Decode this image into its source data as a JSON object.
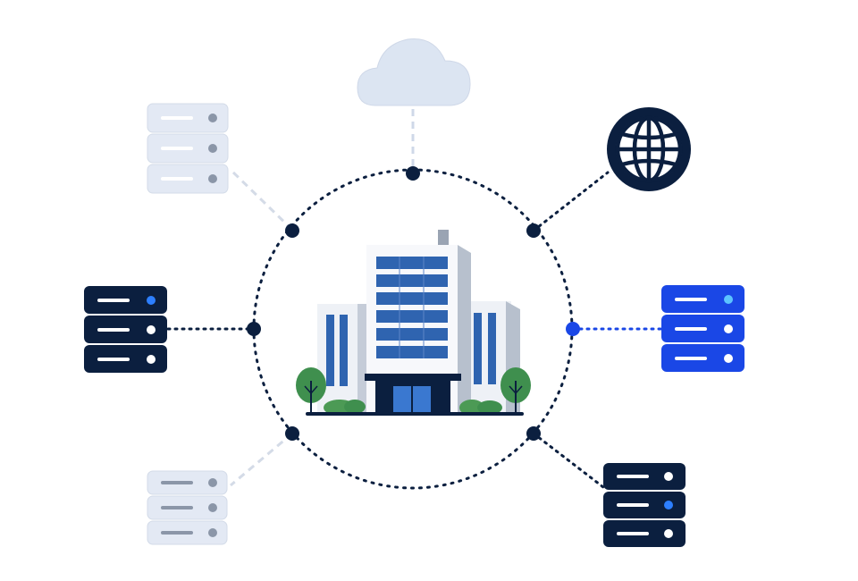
{
  "colors": {
    "navy": "#0b1f3f",
    "blue": "#1a47e6",
    "blue_light": "#5cc4ff",
    "pale_server": "#e3e9f4",
    "pale_stroke": "#cfd8e8",
    "pale_dot": "#8b96a8",
    "cloud": "#dce5f2",
    "building_face": "#eef1f6",
    "building_shade": "#b7c0cd",
    "window_blue": "#2f64b0",
    "tree_green": "#3f8f4e",
    "bush_green": "#4c9a55"
  },
  "diagram": {
    "center_node": "office-building",
    "ring_style": "dotted",
    "satellites": [
      {
        "name": "cloud",
        "icon": "cloud-icon",
        "style": "pale",
        "link": "dashed-pale"
      },
      {
        "name": "globe",
        "icon": "globe-icon",
        "style": "navy",
        "link": "dotted-navy"
      },
      {
        "name": "server-top-left",
        "icon": "server-rack-icon",
        "style": "pale",
        "link": "dashed-pale"
      },
      {
        "name": "server-left",
        "icon": "server-rack-icon",
        "style": "navy",
        "link": "dotted-navy"
      },
      {
        "name": "server-right",
        "icon": "server-rack-icon",
        "style": "blue",
        "link": "dotted-blue"
      },
      {
        "name": "server-bottom-left",
        "icon": "server-rack-icon",
        "style": "pale",
        "link": "dashed-pale"
      },
      {
        "name": "server-bottom-right",
        "icon": "server-rack-icon",
        "style": "navy",
        "link": "dotted-navy"
      }
    ]
  }
}
